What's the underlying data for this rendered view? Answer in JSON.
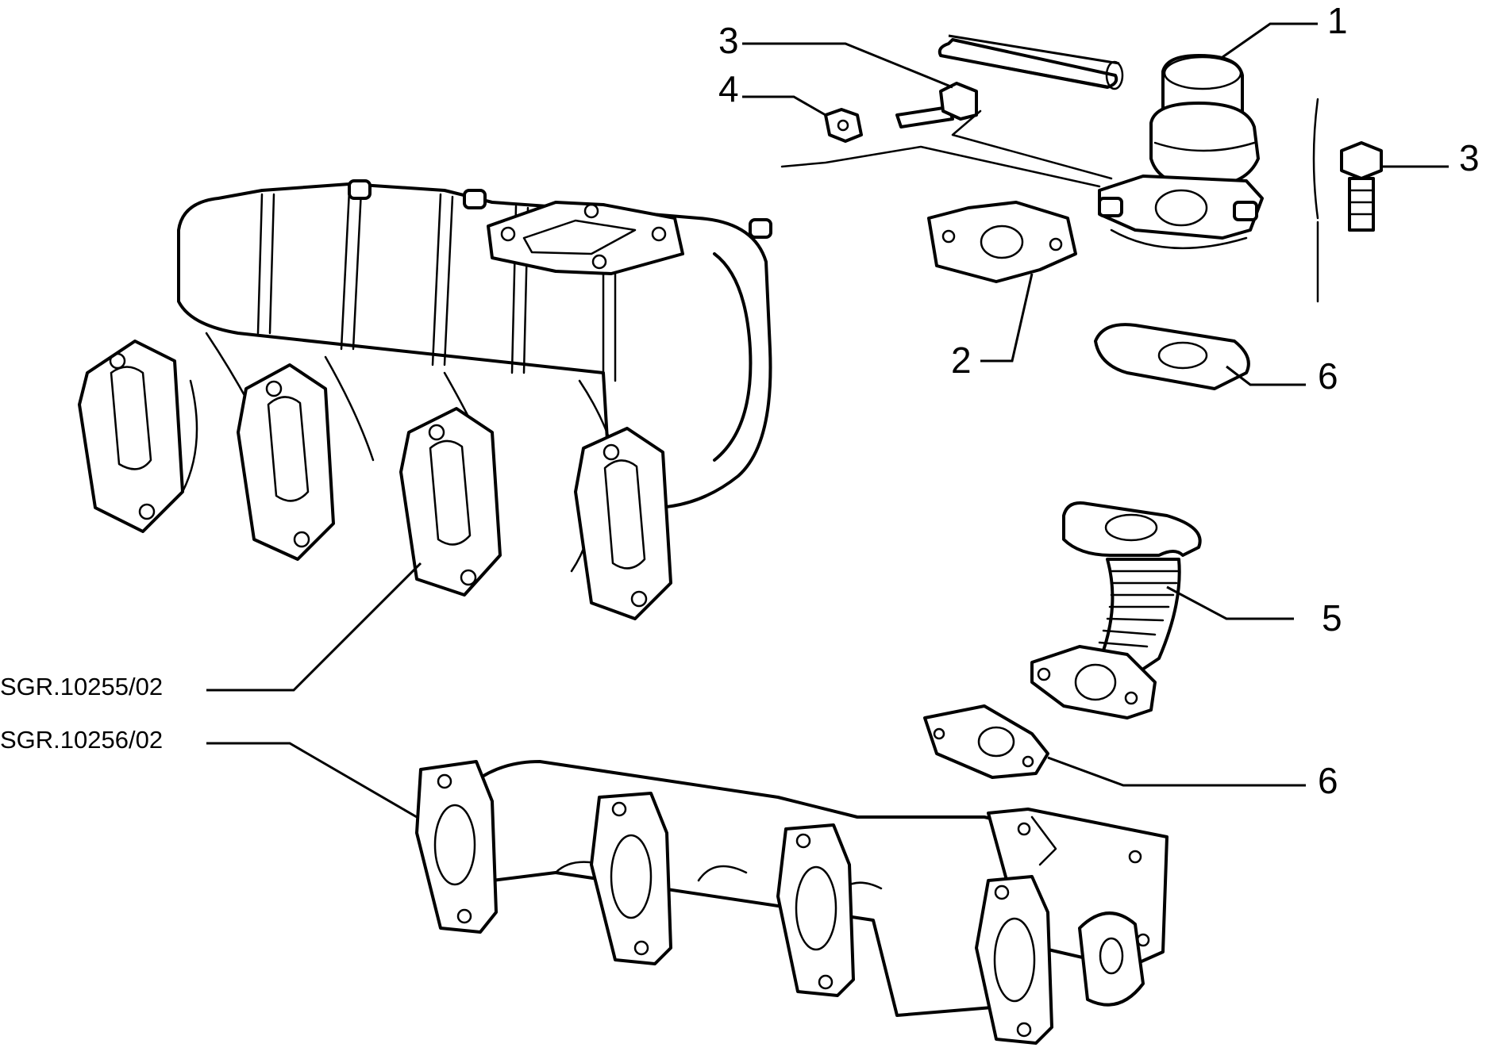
{
  "callouts": {
    "c1": "1",
    "c2": "2",
    "c3a": "3",
    "c3b": "3",
    "c4": "4",
    "c5": "5",
    "c6a": "6",
    "c6b": "6"
  },
  "references": {
    "intake_manifold": "SGR.10255/02",
    "exhaust_manifold": "SGR.10256/02"
  }
}
